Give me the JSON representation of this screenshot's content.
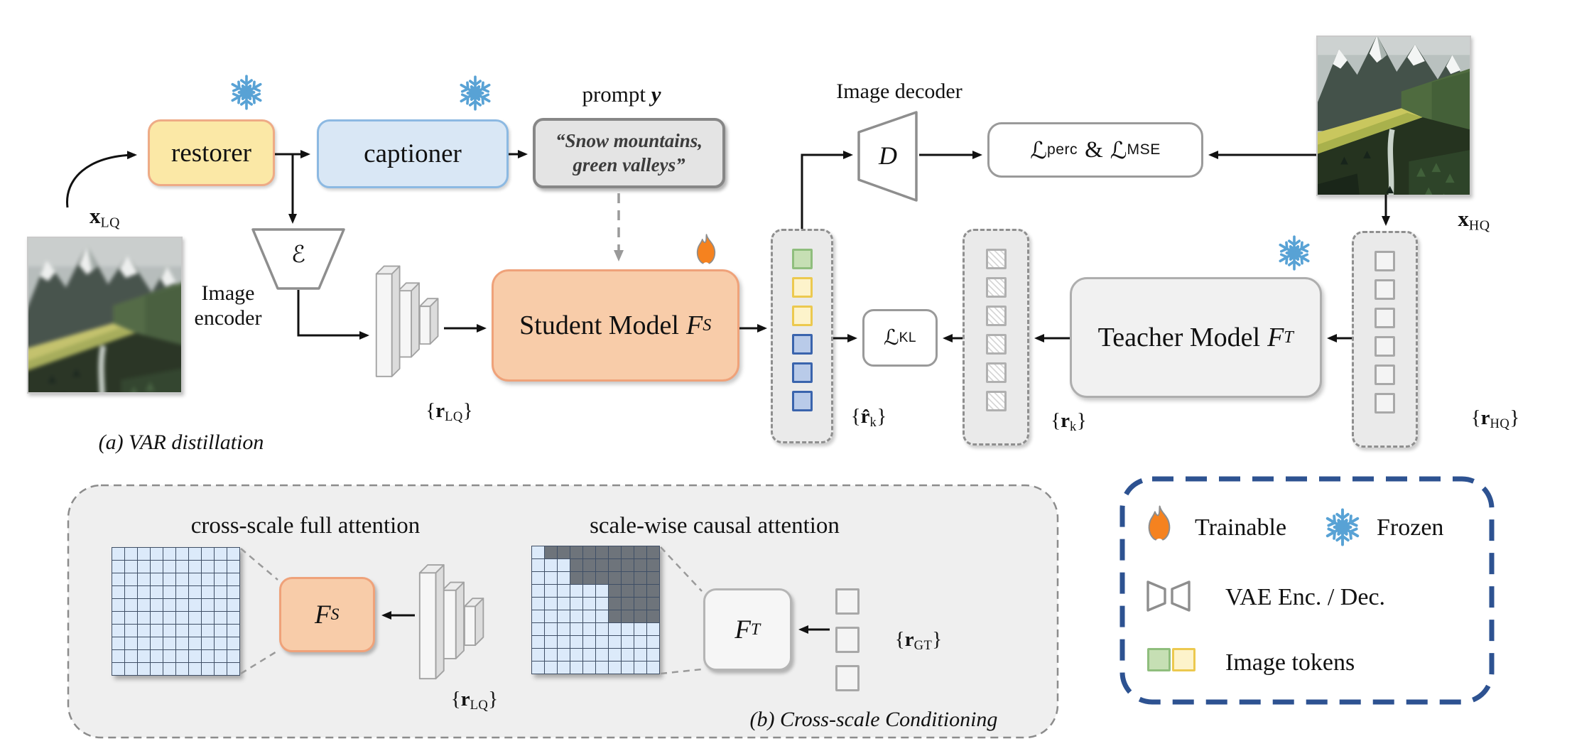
{
  "panel_a": {
    "caption": "(a) VAR distillation",
    "restorer_label": "restorer",
    "captioner_label": "captioner",
    "prompt_title": {
      "prefix": "prompt ",
      "var": "y"
    },
    "prompt_line1": "“Snow mountains,",
    "prompt_line2": "green valleys”",
    "image_encoder_line1": "Image",
    "image_encoder_line2": "encoder",
    "image_decoder_label": "Image decoder",
    "encoder_glyph": "ℰ",
    "decoder_glyph": "D",
    "student": {
      "prefix": "Student Model",
      "f": "F",
      "sub": "S"
    },
    "teacher": {
      "prefix": "Teacher Model",
      "f": "F",
      "sub": "T"
    },
    "loss_recon": {
      "l1": "ℒ",
      "sub1": "perc",
      "amp": "&",
      "l2": "ℒ",
      "sub2": "MSE"
    },
    "loss_kl": {
      "l": "ℒ",
      "sub": "KL"
    },
    "x_lq": {
      "base": "x",
      "sub": "LQ"
    },
    "x_hq": {
      "base": "x",
      "sub": "HQ"
    },
    "r_lq": {
      "open": "{",
      "base": "r",
      "sub": "LQ",
      "close": "}"
    },
    "r_hat_k": {
      "open": "{",
      "base": "r̂",
      "sub": "k",
      "close": "}"
    },
    "r_k": {
      "open": "{",
      "base": "r",
      "sub": "k",
      "close": "}"
    },
    "r_hq": {
      "open": "{",
      "base": "r",
      "sub": "HQ",
      "close": "}"
    }
  },
  "panel_b": {
    "caption": "(b) Cross-scale Conditioning",
    "title_full": "cross-scale full attention",
    "title_causal": "scale-wise causal attention",
    "f_s": {
      "f": "F",
      "sub": "S"
    },
    "f_t": {
      "f": "F",
      "sub": "T"
    },
    "r_lq": {
      "open": "{",
      "base": "r",
      "sub": "LQ",
      "close": "}"
    },
    "r_gt": {
      "open": "{",
      "base": "r",
      "sub": "GT",
      "close": "}"
    }
  },
  "legend": {
    "trainable": "Trainable",
    "frozen": "Frozen",
    "vae": "VAE Enc. / Dec.",
    "image_tokens": "Image tokens"
  },
  "tokens": {
    "student_output": [
      "green",
      "yellow",
      "yellow",
      "blue",
      "blue",
      "blue"
    ],
    "teacher_output": [
      "hatched",
      "hatched",
      "hatched",
      "hatched",
      "hatched",
      "hatched"
    ],
    "hq_tokens": [
      "plain",
      "plain",
      "plain",
      "plain",
      "plain",
      "plain"
    ],
    "gt_tokens": [
      "plain",
      "plain",
      "plain"
    ]
  },
  "grids": {
    "full": {
      "rows": 10,
      "cols": 10,
      "light_per_row": [
        10,
        10,
        10,
        10,
        10,
        10,
        10,
        10,
        10,
        10
      ]
    },
    "causal": {
      "rows": 10,
      "cols": 10,
      "light_per_row": [
        1,
        3,
        3,
        6,
        6,
        6,
        10,
        10,
        10,
        10
      ]
    }
  },
  "colors": {
    "trainable_fill": "#f8cca9",
    "fire_orange": "#f5821f",
    "frozen_blue": "#58a2d5",
    "legend_border": "#2d5291",
    "token_green": "#c6dfb4",
    "token_yellow": "#fdf3cb",
    "token_blue": "#b9cbe9",
    "attention_light": "#dceafa",
    "attention_dark": "#6e747b"
  }
}
